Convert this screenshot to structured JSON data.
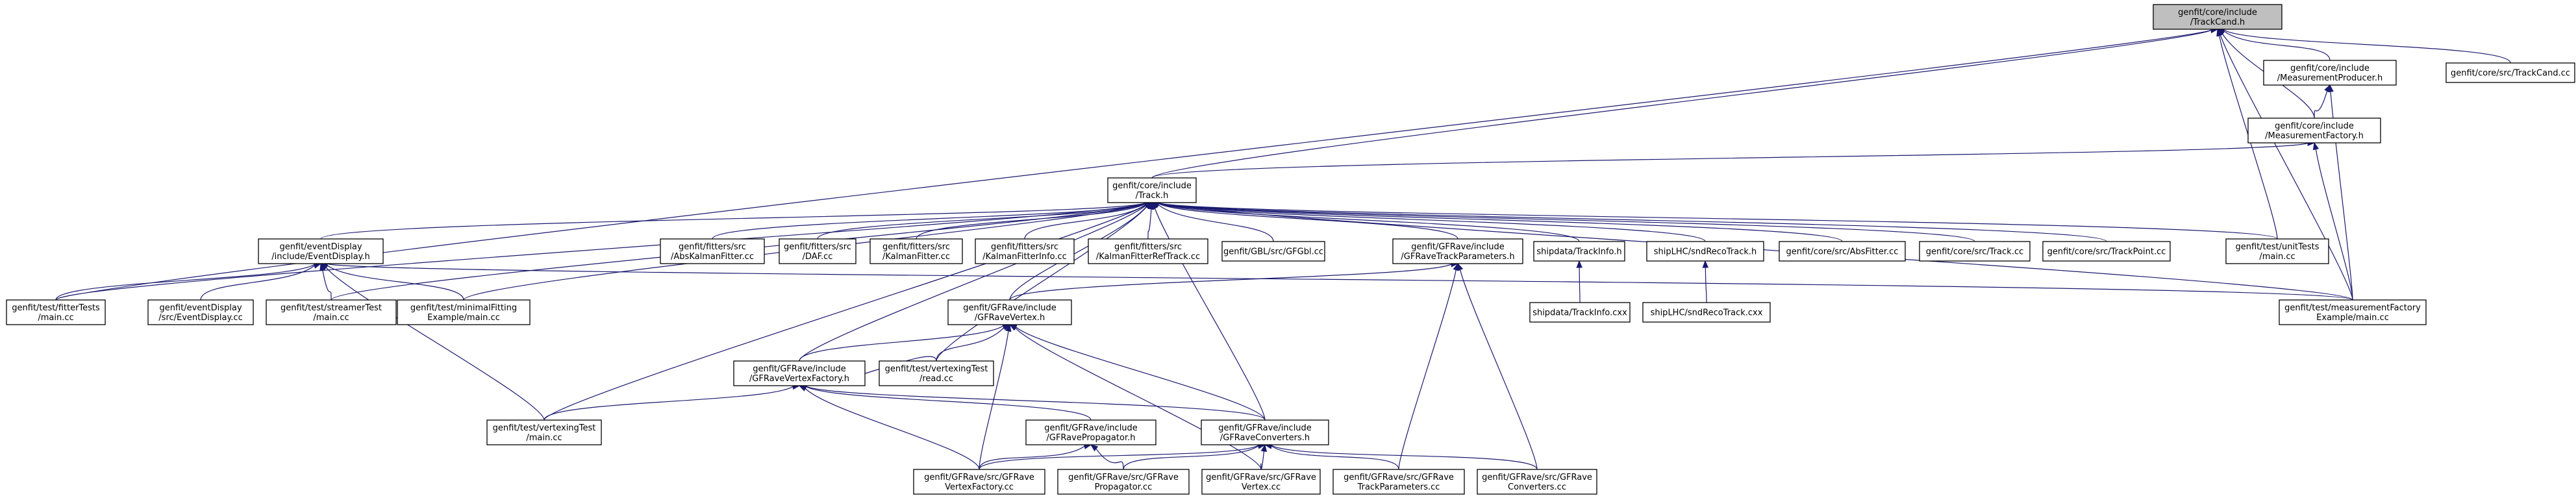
{
  "nodes": [
    {
      "id": "root",
      "lines": [
        "genfit/core/include",
        "/TrackCand.h"
      ]
    },
    {
      "id": "trackcand_cc",
      "lines": [
        "genfit/core/src/TrackCand.cc"
      ]
    },
    {
      "id": "measprod_h",
      "lines": [
        "genfit/core/include",
        "/MeasurementProducer.h"
      ]
    },
    {
      "id": "measfact_h",
      "lines": [
        "genfit/core/include",
        "/MeasurementFactory.h"
      ]
    },
    {
      "id": "track_h",
      "lines": [
        "genfit/core/include",
        "/Track.h"
      ]
    },
    {
      "id": "eventdisplay_h",
      "lines": [
        "genfit/eventDisplay",
        "/include/EventDisplay.h"
      ]
    },
    {
      "id": "absk",
      "lines": [
        "genfit/fitters/src",
        "/AbsKalmanFitter.cc"
      ]
    },
    {
      "id": "daf",
      "lines": [
        "genfit/fitters/src",
        "/DAF.cc"
      ]
    },
    {
      "id": "kalman",
      "lines": [
        "genfit/fitters/src",
        "/KalmanFitter.cc"
      ]
    },
    {
      "id": "kfinfo",
      "lines": [
        "genfit/fitters/src",
        "/KalmanFitterInfo.cc"
      ]
    },
    {
      "id": "kfref",
      "lines": [
        "genfit/fitters/src",
        "/KalmanFitterRefTrack.cc"
      ]
    },
    {
      "id": "gfgbl",
      "lines": [
        "genfit/GBL/src/GFGbl.cc"
      ]
    },
    {
      "id": "gfrtp_h",
      "lines": [
        "genfit/GFRave/include",
        "/GFRaveTrackParameters.h"
      ]
    },
    {
      "id": "shiptrackinfo_h",
      "lines": [
        "shipdata/TrackInfo.h"
      ]
    },
    {
      "id": "sndreco_h",
      "lines": [
        "shipLHC/sndRecoTrack.h"
      ]
    },
    {
      "id": "absfitter",
      "lines": [
        "genfit/core/src/AbsFitter.cc"
      ]
    },
    {
      "id": "track_cc",
      "lines": [
        "genfit/core/src/Track.cc"
      ]
    },
    {
      "id": "trackpoint",
      "lines": [
        "genfit/core/src/TrackPoint.cc"
      ]
    },
    {
      "id": "unittests",
      "lines": [
        "genfit/test/unitTests",
        "/main.cc"
      ]
    },
    {
      "id": "fittertests",
      "lines": [
        "genfit/test/fitterTests",
        "/main.cc"
      ]
    },
    {
      "id": "eventdisplay_cc",
      "lines": [
        "genfit/eventDisplay",
        "/src/EventDisplay.cc"
      ]
    },
    {
      "id": "streamer",
      "lines": [
        "genfit/test/streamerTest",
        "/main.cc"
      ]
    },
    {
      "id": "minimal",
      "lines": [
        "genfit/test/minimalFitting",
        "Example/main.cc"
      ]
    },
    {
      "id": "gfrvertex_h",
      "lines": [
        "genfit/GFRave/include",
        "/GFRaveVertex.h"
      ]
    },
    {
      "id": "shiptrackinfo_cxx",
      "lines": [
        "shipdata/TrackInfo.cxx"
      ]
    },
    {
      "id": "sndreco_cxx",
      "lines": [
        "shipLHC/sndRecoTrack.cxx"
      ]
    },
    {
      "id": "measfactex",
      "lines": [
        "genfit/test/measurementFactory",
        "Example/main.cc"
      ]
    },
    {
      "id": "gfrvf_h",
      "lines": [
        "genfit/GFRave/include",
        "/GFRaveVertexFactory.h"
      ]
    },
    {
      "id": "vtxread",
      "lines": [
        "genfit/test/vertexingTest",
        "/read.cc"
      ]
    },
    {
      "id": "vtxmain",
      "lines": [
        "genfit/test/vertexingTest",
        "/main.cc"
      ]
    },
    {
      "id": "gfrprop_h",
      "lines": [
        "genfit/GFRave/include",
        "/GFRavePropagator.h"
      ]
    },
    {
      "id": "gfrconv_h",
      "lines": [
        "genfit/GFRave/include",
        "/GFRaveConverters.h"
      ]
    },
    {
      "id": "gfrvf_cc",
      "lines": [
        "genfit/GFRave/src/GFRave",
        "VertexFactory.cc"
      ]
    },
    {
      "id": "gfrprop_cc",
      "lines": [
        "genfit/GFRave/src/GFRave",
        "Propagator.cc"
      ]
    },
    {
      "id": "gfrvertex_cc",
      "lines": [
        "genfit/GFRave/src/GFRave",
        "Vertex.cc"
      ]
    },
    {
      "id": "gfrtp_cc",
      "lines": [
        "genfit/GFRave/src/GFRave",
        "TrackParameters.cc"
      ]
    },
    {
      "id": "gfrconv_cc",
      "lines": [
        "genfit/GFRave/src/GFRave",
        "Converters.cc"
      ]
    }
  ],
  "edges": [
    [
      "root",
      "trackcand_cc"
    ],
    [
      "root",
      "measprod_h"
    ],
    [
      "root",
      "measfact_h"
    ],
    [
      "root",
      "track_h"
    ],
    [
      "root",
      "unittests"
    ],
    [
      "root",
      "fittertests"
    ],
    [
      "root",
      "measfactex"
    ],
    [
      "measprod_h",
      "measfact_h"
    ],
    [
      "measprod_h",
      "measfactex"
    ],
    [
      "measfact_h",
      "track_h"
    ],
    [
      "measfact_h",
      "measfactex"
    ],
    [
      "track_h",
      "eventdisplay_h"
    ],
    [
      "track_h",
      "absk"
    ],
    [
      "track_h",
      "daf"
    ],
    [
      "track_h",
      "kalman"
    ],
    [
      "track_h",
      "kfinfo"
    ],
    [
      "track_h",
      "kfref"
    ],
    [
      "track_h",
      "gfgbl"
    ],
    [
      "track_h",
      "gfrtp_h"
    ],
    [
      "track_h",
      "shiptrackinfo_h"
    ],
    [
      "track_h",
      "sndreco_h"
    ],
    [
      "track_h",
      "absfitter"
    ],
    [
      "track_h",
      "track_cc"
    ],
    [
      "track_h",
      "trackpoint"
    ],
    [
      "track_h",
      "unittests"
    ],
    [
      "track_h",
      "fittertests"
    ],
    [
      "track_h",
      "streamer"
    ],
    [
      "track_h",
      "minimal"
    ],
    [
      "track_h",
      "gfrvertex_h"
    ],
    [
      "track_h",
      "gfrvf_h"
    ],
    [
      "track_h",
      "vtxread"
    ],
    [
      "track_h",
      "vtxmain"
    ],
    [
      "track_h",
      "gfrconv_h"
    ],
    [
      "track_h",
      "measfactex"
    ],
    [
      "eventdisplay_h",
      "fittertests"
    ],
    [
      "eventdisplay_h",
      "eventdisplay_cc"
    ],
    [
      "eventdisplay_h",
      "streamer"
    ],
    [
      "eventdisplay_h",
      "minimal"
    ],
    [
      "eventdisplay_h",
      "measfactex"
    ],
    [
      "eventdisplay_h",
      "vtxmain"
    ],
    [
      "gfrtp_h",
      "gfrvertex_h"
    ],
    [
      "gfrtp_h",
      "gfrtp_cc"
    ],
    [
      "gfrtp_h",
      "gfrconv_cc"
    ],
    [
      "shiptrackinfo_h",
      "shiptrackinfo_cxx"
    ],
    [
      "sndreco_h",
      "sndreco_cxx"
    ],
    [
      "gfrvertex_h",
      "gfrvf_h"
    ],
    [
      "gfrvertex_h",
      "vtxread"
    ],
    [
      "gfrvertex_h",
      "gfrconv_h"
    ],
    [
      "gfrvertex_h",
      "gfrvf_cc"
    ],
    [
      "gfrvertex_h",
      "gfrvertex_cc"
    ],
    [
      "gfrvf_h",
      "vtxread"
    ],
    [
      "gfrvf_h",
      "vtxmain"
    ],
    [
      "gfrvf_h",
      "gfrprop_h"
    ],
    [
      "gfrvf_h",
      "gfrconv_h"
    ],
    [
      "gfrvf_h",
      "gfrvf_cc"
    ],
    [
      "gfrprop_h",
      "gfrvf_cc"
    ],
    [
      "gfrprop_h",
      "gfrprop_cc"
    ],
    [
      "gfrconv_h",
      "gfrvf_cc"
    ],
    [
      "gfrconv_h",
      "gfrprop_cc"
    ],
    [
      "gfrconv_h",
      "gfrvertex_cc"
    ],
    [
      "gfrconv_h",
      "gfrtp_cc"
    ],
    [
      "gfrconv_h",
      "gfrconv_cc"
    ]
  ]
}
